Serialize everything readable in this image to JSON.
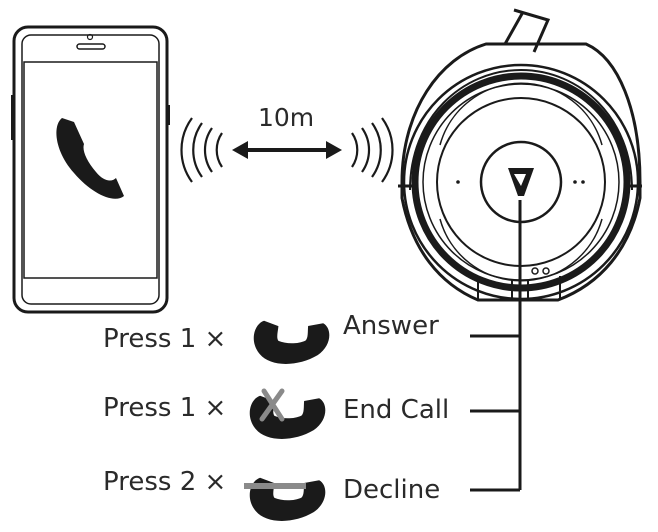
{
  "diagram": {
    "distance_label": "10m",
    "rows": [
      {
        "press": "Press 1 ×",
        "action": "Answer",
        "icon": "phone-icon"
      },
      {
        "press": "Press 1 ×",
        "action": "End Call",
        "icon": "phone-end-call-icon"
      },
      {
        "press": "Press 2 ×",
        "action": "Decline",
        "icon": "phone-decline-icon"
      }
    ],
    "brand_mark": "V7 logo",
    "colors": {
      "ink": "#1a1a1a",
      "mark_gray": "#8a8a8a"
    }
  }
}
